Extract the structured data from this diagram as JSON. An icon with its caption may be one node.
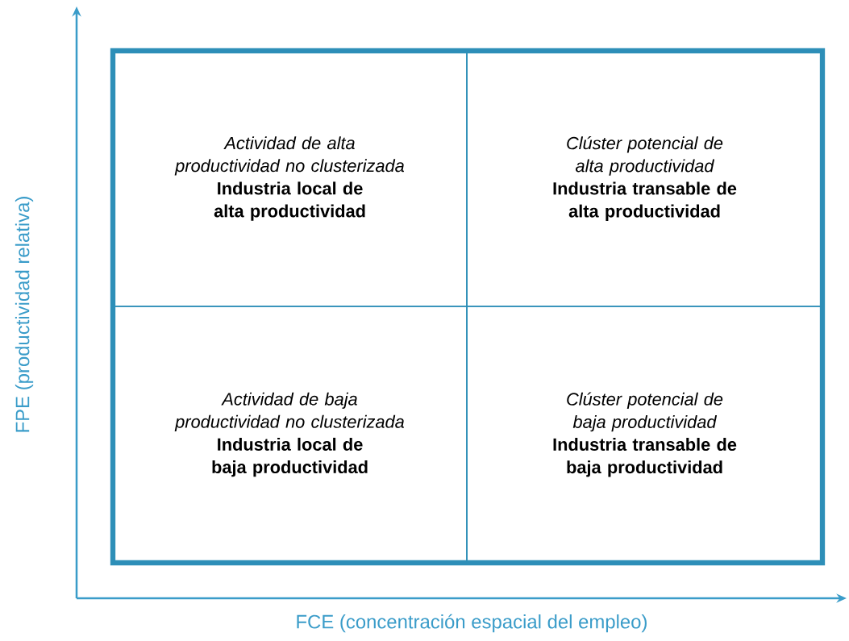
{
  "diagram": {
    "nodes": [
      {
        "text": [],
        "shape": "box"
      },
      {
        "text": [
          "Actividad de alta productividad no clusterizada",
          "Industria local de alta productividad"
        ],
        "in": 0
      },
      {
        "text": [
          "Clúster potencial de alta productividad",
          "Industria transable de alta productividad"
        ],
        "in": 0
      },
      {
        "text": [
          "Actividad de baja productividad no clusterizada",
          "Industria local de baja productividad"
        ],
        "in": 0
      },
      {
        "text": [
          "Clúster potencial de baja productividad",
          "Industria transable de baja productividad"
        ],
        "in": 0
      }
    ],
    "edges": [],
    "labels": [
      "FPE (productividad relativa)",
      "FCE (concentración espacial del empleo)"
    ]
  }
}
